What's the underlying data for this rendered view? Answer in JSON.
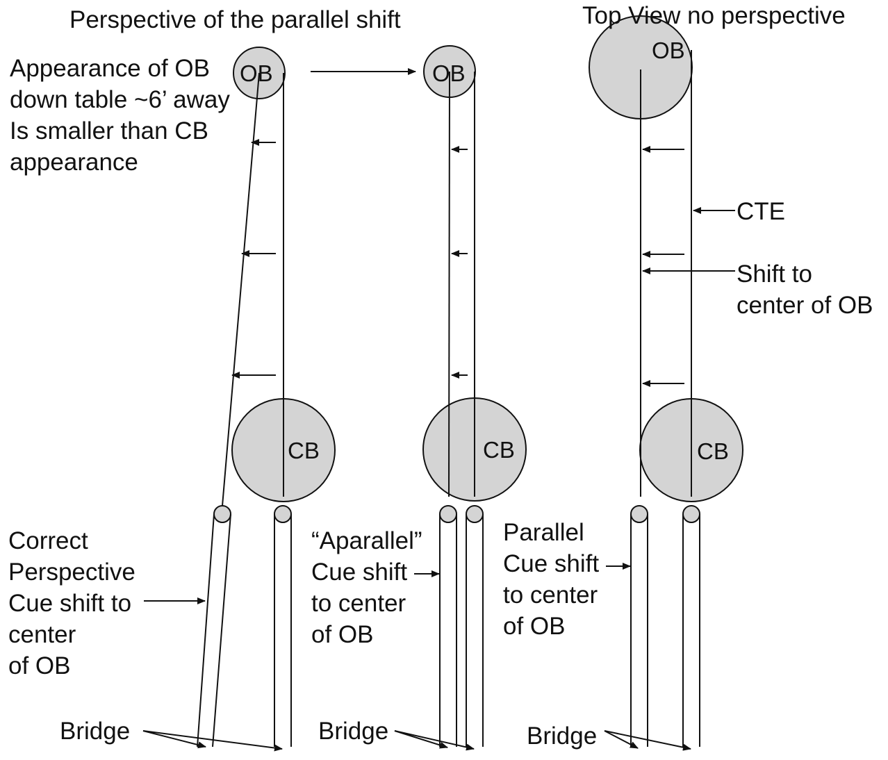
{
  "titles": {
    "perspective": "Perspective of the parallel shift",
    "top_view": "Top View no perspective"
  },
  "ball_labels": {
    "object_ball": "OB",
    "cue_ball": "CB"
  },
  "notes": {
    "appearance": [
      "Appearance of OB",
      "down table ~6’ away",
      "Is smaller than CB",
      "appearance"
    ],
    "correct": [
      "Correct",
      "Perspective",
      "Cue shift to",
      "center",
      "of OB"
    ],
    "aparallel": [
      "“Aparallel”",
      "Cue shift",
      "to center",
      "of OB"
    ],
    "parallel": [
      "Parallel",
      "Cue shift",
      "to center",
      "of OB"
    ],
    "cte": "CTE",
    "shift": [
      "Shift to",
      "center of OB"
    ],
    "bridge": "Bridge"
  },
  "colors": {
    "ball_fill": "#d4d4d4",
    "line": "#111111",
    "background": "#ffffff"
  }
}
